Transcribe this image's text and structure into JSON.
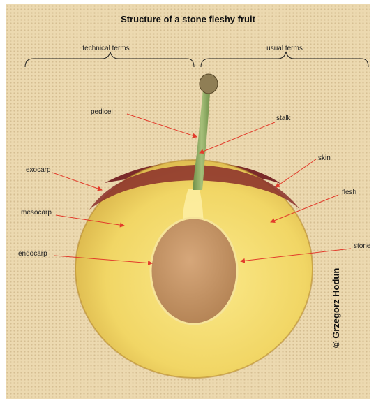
{
  "title": "Structure of a stone fleshy fruit",
  "groups": {
    "technical": "technical terms",
    "usual": "usual terms"
  },
  "technical_labels": {
    "pedicel": "pedicel",
    "exocarp": "exocarp",
    "mesocarp": "mesocarp",
    "endocarp": "endocarp"
  },
  "usual_labels": {
    "stalk": "stalk",
    "skin": "skin",
    "flesh": "flesh",
    "stone": "stone"
  },
  "credit": "© Grzegorz Hodun",
  "colors": {
    "arrow": "#e23b2b",
    "flesh": "#f3dc6a",
    "skin": "#7a2a2a",
    "stone": "#c79766",
    "stalk": "#8aa860"
  }
}
